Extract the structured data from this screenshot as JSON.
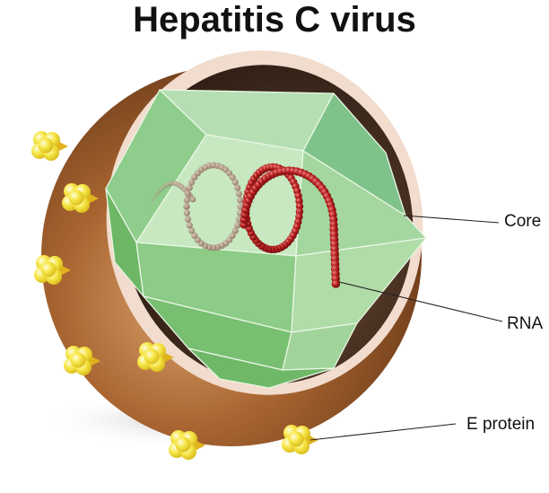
{
  "title": "Hepatitis C virus",
  "labels": {
    "core": "Core",
    "rna": "RNA",
    "e_protein": "E protein"
  },
  "colors": {
    "title": "#111111",
    "envelope_outer": "#8b4f1e",
    "envelope_inner": "#2a1a12",
    "envelope_rim": "#f1dccd",
    "core": "#7cc47a",
    "rna": "#b31d1d",
    "e_protein": "#f3e23a"
  }
}
